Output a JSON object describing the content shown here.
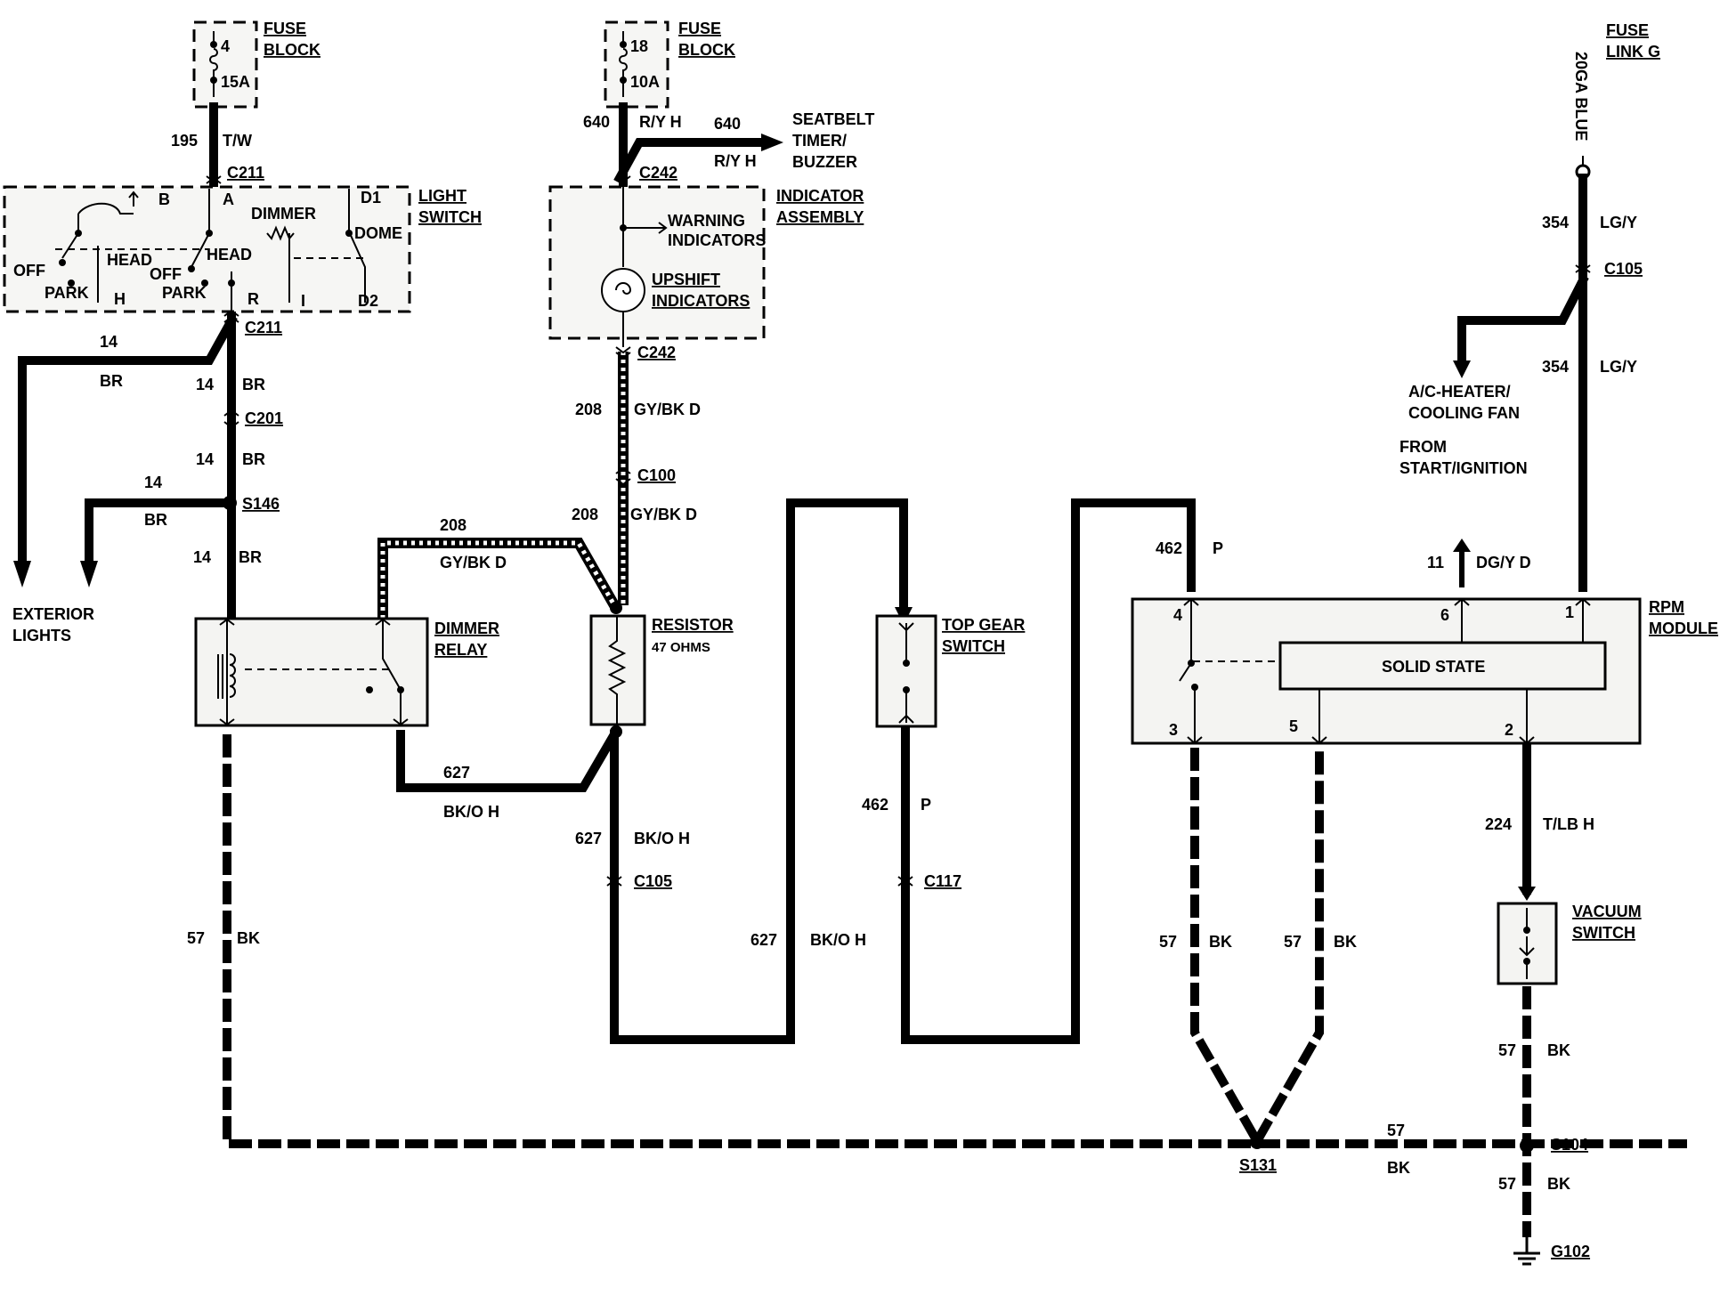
{
  "fuse_blocks": [
    {
      "title_line1": "FUSE",
      "title_line2": "BLOCK",
      "number": "4",
      "rating": "15A"
    },
    {
      "title_line1": "FUSE",
      "title_line2": "BLOCK",
      "number": "18",
      "rating": "10A"
    }
  ],
  "fuse_link": {
    "title_line1": "FUSE",
    "title_line2": "LINK G",
    "wire": "20GA BLUE"
  },
  "components": {
    "light_switch": {
      "line1": "LIGHT",
      "line2": "SWITCH",
      "b": "B",
      "a": "A",
      "d1": "D1",
      "dimmer": "DIMMER",
      "dome": "DOME",
      "head1": "HEAD",
      "head2": "HEAD",
      "off1": "OFF",
      "off2": "OFF",
      "park1": "PARK",
      "park2": "PARK",
      "h": "H",
      "r": "R",
      "i": "I",
      "d2": "D2"
    },
    "indicator_assembly": {
      "line1": "INDICATOR",
      "line2": "ASSEMBLY",
      "warning1": "WARNING",
      "warning2": "INDICATORS",
      "upshift1": "UPSHIFT",
      "upshift2": "INDICATORS"
    },
    "dimmer_relay": {
      "line1": "DIMMER",
      "line2": "RELAY"
    },
    "resistor": {
      "line1": "RESISTOR",
      "line2": "47 OHMS"
    },
    "top_gear_switch": {
      "line1": "TOP GEAR",
      "line2": "SWITCH"
    },
    "rpm_module": {
      "line1": "RPM",
      "line2": "MODULE",
      "solid_state": "SOLID STATE",
      "pin4": "4",
      "pin6": "6",
      "pin1": "1",
      "pin3": "3",
      "pin5": "5",
      "pin2": "2"
    },
    "vacuum_switch": {
      "line1": "VACUUM",
      "line2": "SWITCH"
    }
  },
  "connectors": {
    "c211a": "C211",
    "c211b": "C211",
    "c201": "C201",
    "s146": "S146",
    "c242a": "C242",
    "c242b": "C242",
    "c100": "C100",
    "c105a": "C105",
    "c117": "C117",
    "c105b": "C105",
    "s131": "S131",
    "s104": "S104",
    "g102": "G102"
  },
  "destinations": {
    "seatbelt": [
      "SEATBELT",
      "TIMER/",
      "BUZZER"
    ],
    "exterior": [
      "EXTERIOR",
      "LIGHTS"
    ],
    "ac": [
      "A/C-HEATER/",
      "COOLING FAN"
    ],
    "from": [
      "FROM",
      "START/IGNITION"
    ]
  },
  "wire_labels": {
    "w195": "195",
    "tw": "T/W",
    "w640a": "640",
    "ryh_a": "R/Y H",
    "w640b": "640",
    "ryh_b": "R/Y H",
    "w14a": "14",
    "br_a": "BR",
    "w14b": "14",
    "br_b": "BR",
    "w14c": "14",
    "br_c": "BR",
    "w14d": "14",
    "br_d": "BR",
    "w14e": "14",
    "br_e": "BR",
    "w208a": "208",
    "gybk_a": "GY/BK D",
    "w208b": "208",
    "gybk_b": "GY/BK D",
    "w208c": "208",
    "gybk_c": "GY/BK D",
    "w627a": "627",
    "bkoh_a": "BK/O H",
    "w627b": "627",
    "bkoh_b": "BK/O H",
    "w627c": "627",
    "bkoh_c": "BK/O H",
    "w462a": "462",
    "p_a": "P",
    "w462b": "462",
    "p_b": "P",
    "w354a": "354",
    "lgy_a": "LG/Y",
    "w354b": "354",
    "lgy_b": "LG/Y",
    "w11": "11",
    "dgy": "DG/Y D",
    "w224": "224",
    "tlbh": "T/LB H",
    "w57a": "57",
    "bk_a": "BK",
    "w57b": "57",
    "bk_b": "BK",
    "w57c": "57",
    "bk_c": "BK",
    "w57d": "57",
    "bk_d": "BK",
    "w57e": "57",
    "bk_e": "BK",
    "w57f": "57",
    "bk_f": "BK"
  }
}
